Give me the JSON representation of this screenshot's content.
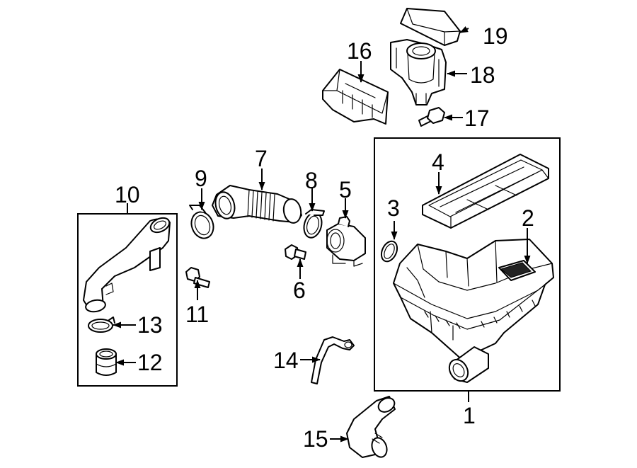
{
  "callouts": {
    "c1": "1",
    "c2": "2",
    "c3": "3",
    "c4": "4",
    "c5": "5",
    "c6": "6",
    "c7": "7",
    "c8": "8",
    "c9": "9",
    "c10": "10",
    "c11": "11",
    "c12": "12",
    "c13": "13",
    "c14": "14",
    "c15": "15",
    "c16": "16",
    "c17": "17",
    "c18": "18",
    "c19": "19"
  },
  "colors": {
    "line": "#000000",
    "background": "#ffffff",
    "fill_dark": "#222222"
  }
}
